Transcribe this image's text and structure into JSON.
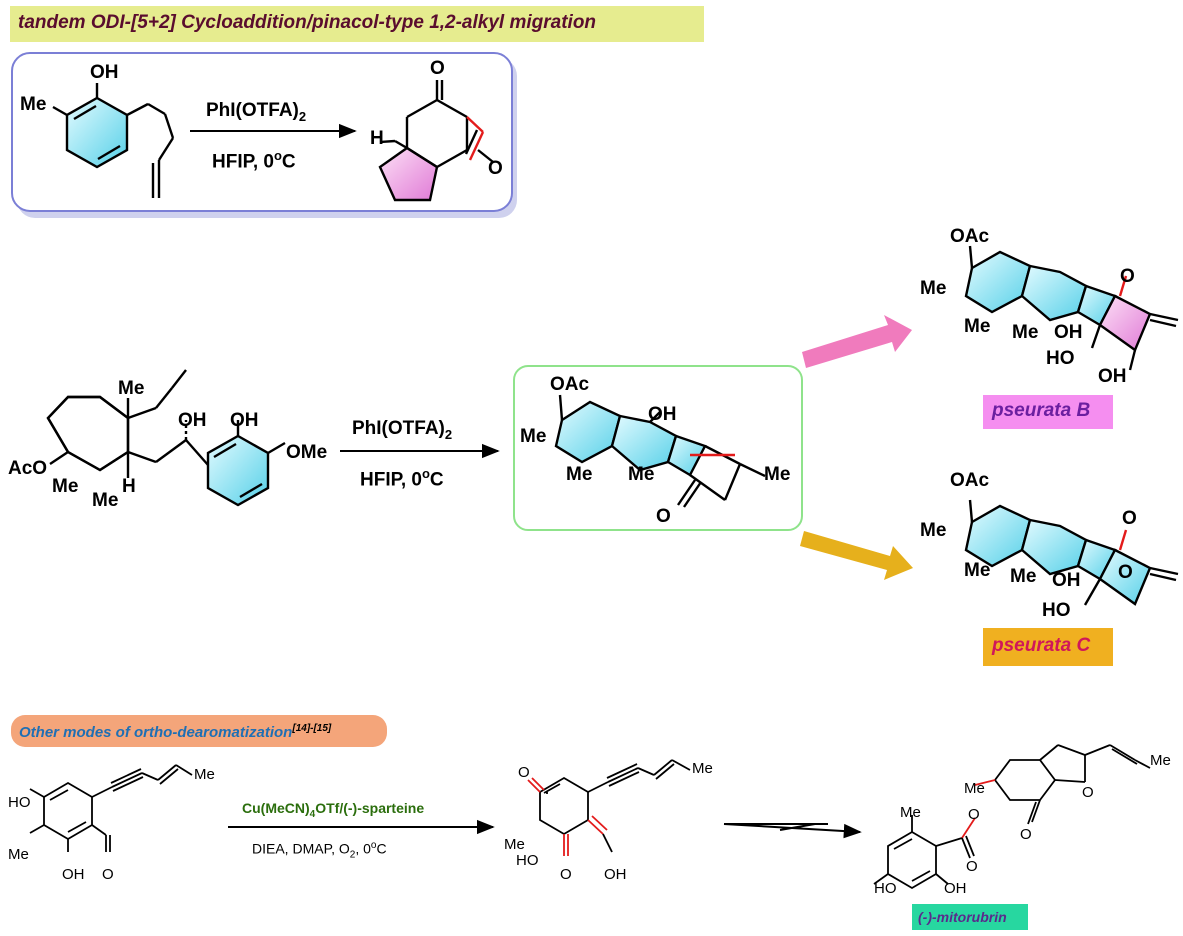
{
  "header_banner": {
    "text": "tandem ODI-[5+2] Cycloaddition/pinacol-type 1,2-alkyl migration",
    "bg": "#e6ec8f",
    "color": "#5a0d2e"
  },
  "scheme1": {
    "sm_labels": {
      "oh": "OH",
      "me": "Me"
    },
    "reagent": "PhI(OTFA)",
    "reagent_sub": "2",
    "conditions": "HFIP,  0",
    "conditions_sup": "o",
    "conditions_tail": "C",
    "product_labels": {
      "h": "H",
      "o1": "O",
      "o2": "O"
    },
    "box_color": "#7b7fd6"
  },
  "scheme2": {
    "sm_labels": {
      "me_top": "Me",
      "oh_side": "OH",
      "oh_ar": "OH",
      "ome": "OMe",
      "aco": "AcO",
      "me1": "Me",
      "me2": "Me",
      "h": "H"
    },
    "reagent": "PhI(OTFA)",
    "reagent_sub": "2",
    "conditions": "HFIP,  0",
    "conditions_sup": "o",
    "conditions_tail": "C",
    "intermediate_labels": {
      "oac": "OAc",
      "oh": "OH",
      "me1": "Me",
      "me2": "Me",
      "me3": "Me",
      "me4": "Me",
      "o": "O"
    },
    "box_color": "#8fe38b"
  },
  "product_b": {
    "labels": {
      "oac": "OAc",
      "me1": "Me",
      "me2": "Me",
      "me3": "Me",
      "oh1": "OH",
      "ho": "HO",
      "oh2": "OH",
      "o": "O"
    },
    "name": "pseurata B",
    "name_bg": "#f58ef0",
    "name_color": "#6b1fa0",
    "arrow_color": "#f07bbd"
  },
  "product_c": {
    "labels": {
      "oac": "OAc",
      "me1": "Me",
      "me2": "Me",
      "me3": "Me",
      "oh": "OH",
      "ho": "HO",
      "o1": "O",
      "o2": "O"
    },
    "name": "pseurata C",
    "name_bg": "#f0b020",
    "name_color": "#d0175a",
    "arrow_color": "#e6b01c"
  },
  "other_banner": {
    "text": "Other modes of ortho-dearomatization",
    "sup": "[14]-[15]",
    "bg": "#f4a57a",
    "color": "#1f6fb4"
  },
  "scheme3": {
    "sm_labels": {
      "ho": "HO",
      "me_alk": "Me",
      "me_ring": "Me",
      "oh": "OH",
      "o": "O"
    },
    "reagent_prefix": "Cu(MeCN)",
    "reagent_sub": "4",
    "reagent_suffix": "OTf/(-)-sparteine",
    "reagent_color": "#2b6e0d",
    "conditions_prefix": "DIEA, DMAP, O",
    "conditions_sub": "2",
    "conditions_mid": ", 0",
    "conditions_sup": "o",
    "conditions_tail": "C",
    "intermediate_labels": {
      "o_top": "O",
      "me_alk": "Me",
      "me": "Me",
      "ho": "HO",
      "o_bot": "O",
      "oh": "OH"
    },
    "final_labels": {
      "me_alk": "Me",
      "me_quat": "Me",
      "o_ring": "O",
      "me_ar": "Me",
      "o_ester": "O",
      "o_carbonyl": "O",
      "o_ketone": "O",
      "ho": "HO",
      "oh": "OH"
    },
    "final_name": "(-)-mitorubrin",
    "final_name_bg": "#27d7a0",
    "final_name_color": "#5a2a8c"
  }
}
